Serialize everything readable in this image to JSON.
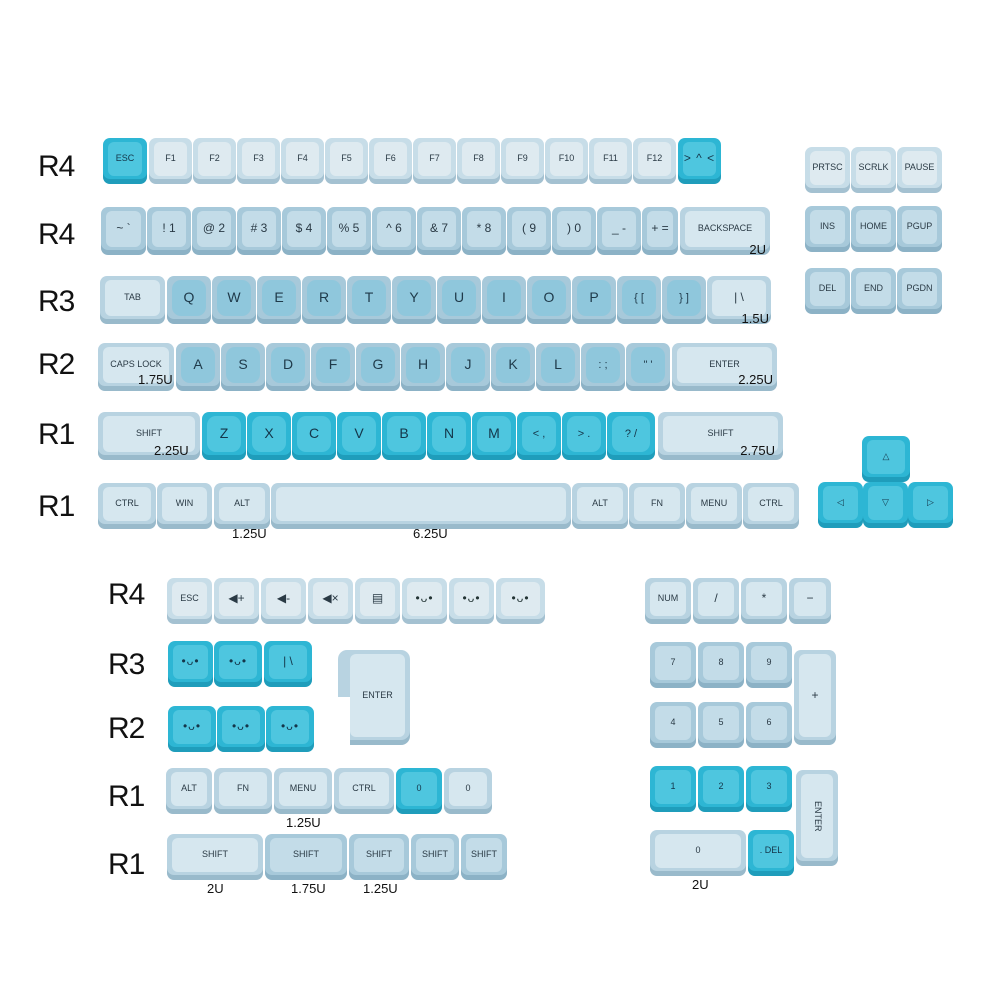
{
  "row_labels": {
    "top": [
      "R4",
      "R4",
      "R3",
      "R2",
      "R1",
      "R1"
    ],
    "bottom": [
      "R4",
      "R3",
      "R2",
      "R1",
      "R1"
    ]
  },
  "row1": [
    "ESC",
    "F1",
    "F2",
    "F3",
    "F4",
    "F5",
    "F6",
    "F7",
    "F8",
    "F9",
    "F10",
    "F11",
    "F12",
    "> ^ <"
  ],
  "nav": {
    "row1": [
      "PRTSC",
      "SCRLK",
      "PAUSE"
    ],
    "row2": [
      "INS",
      "HOME",
      "PGUP"
    ],
    "row3": [
      "DEL",
      "END",
      "PGDN"
    ]
  },
  "row2": [
    "~ `",
    "! 1",
    "@ 2",
    "# 3",
    "$ 4",
    "% 5",
    "^ 6",
    "& 7",
    "* 8",
    "( 9",
    ") 0",
    "_ -",
    "+ ="
  ],
  "row2_backspace": "BACKSPACE",
  "row2_backspace_size": "2U",
  "row3_tab": "TAB",
  "row3": [
    "Q",
    "W",
    "E",
    "R",
    "T",
    "Y",
    "U",
    "I",
    "O",
    "P",
    "{ [",
    "} ]"
  ],
  "row3_pipe": "| \\",
  "row3_pipe_size": "1.5U",
  "row4_caps": "CAPS LOCK",
  "row4_caps_size": "1.75U",
  "row4": [
    "A",
    "S",
    "D",
    "F",
    "G",
    "H",
    "J",
    "K",
    "L",
    ": ;",
    "\" '"
  ],
  "row4_enter": "ENTER",
  "row4_enter_size": "2.25U",
  "row5_shift_l": "SHIFT",
  "row5_shift_l_size": "2.25U",
  "row5": [
    "Z",
    "X",
    "C",
    "V",
    "B",
    "N",
    "M",
    "< ,",
    "> .",
    "? /"
  ],
  "row5_shift_r": "SHIFT",
  "row5_shift_r_size": "2.75U",
  "row6": {
    "ctrl": "CTRL",
    "win": "WIN",
    "alt": "ALT",
    "alt_size": "1.25U",
    "space_size": "6.25U",
    "alt2": "ALT",
    "fn": "FN",
    "menu": "MENU",
    "ctrl2": "CTRL"
  },
  "arrows": [
    "△",
    "◁",
    "▽",
    "▷"
  ],
  "extra": {
    "r4": [
      "ESC",
      "◀+",
      "◀-",
      "◀×",
      "▤",
      "•ᴗ•",
      "•ᴗ•",
      "•ᴗ•"
    ],
    "r3": [
      "•ᴗ•",
      "•ᴗ•",
      "| \\"
    ],
    "enter": "ENTER",
    "r2": [
      "•ᴗ•",
      "•ᴗ•",
      "•ᴗ•"
    ],
    "r1a": [
      "ALT",
      "FN",
      "MENU",
      "CTRL",
      "0",
      "0"
    ],
    "r1a_size": "1.25U",
    "r1b": [
      "SHIFT",
      "SHIFT",
      "SHIFT",
      "SHIFT",
      "SHIFT"
    ],
    "r1b_sizes": [
      "2U",
      "1.75U",
      "1.25U"
    ]
  },
  "numpad": {
    "row1": [
      "NUM",
      "/",
      "*",
      "−"
    ],
    "row2": [
      "7",
      "8",
      "9"
    ],
    "plus": "+",
    "row3": [
      "4",
      "5",
      "6"
    ],
    "row4": [
      "1",
      "2",
      "3"
    ],
    "enter": "ENTER",
    "zero": "0",
    "zero_size": "2U",
    "del": ". DEL"
  },
  "colors": {
    "base": "#a7c9da",
    "accent": "#2db6d4",
    "light": "#d6e7ef"
  }
}
